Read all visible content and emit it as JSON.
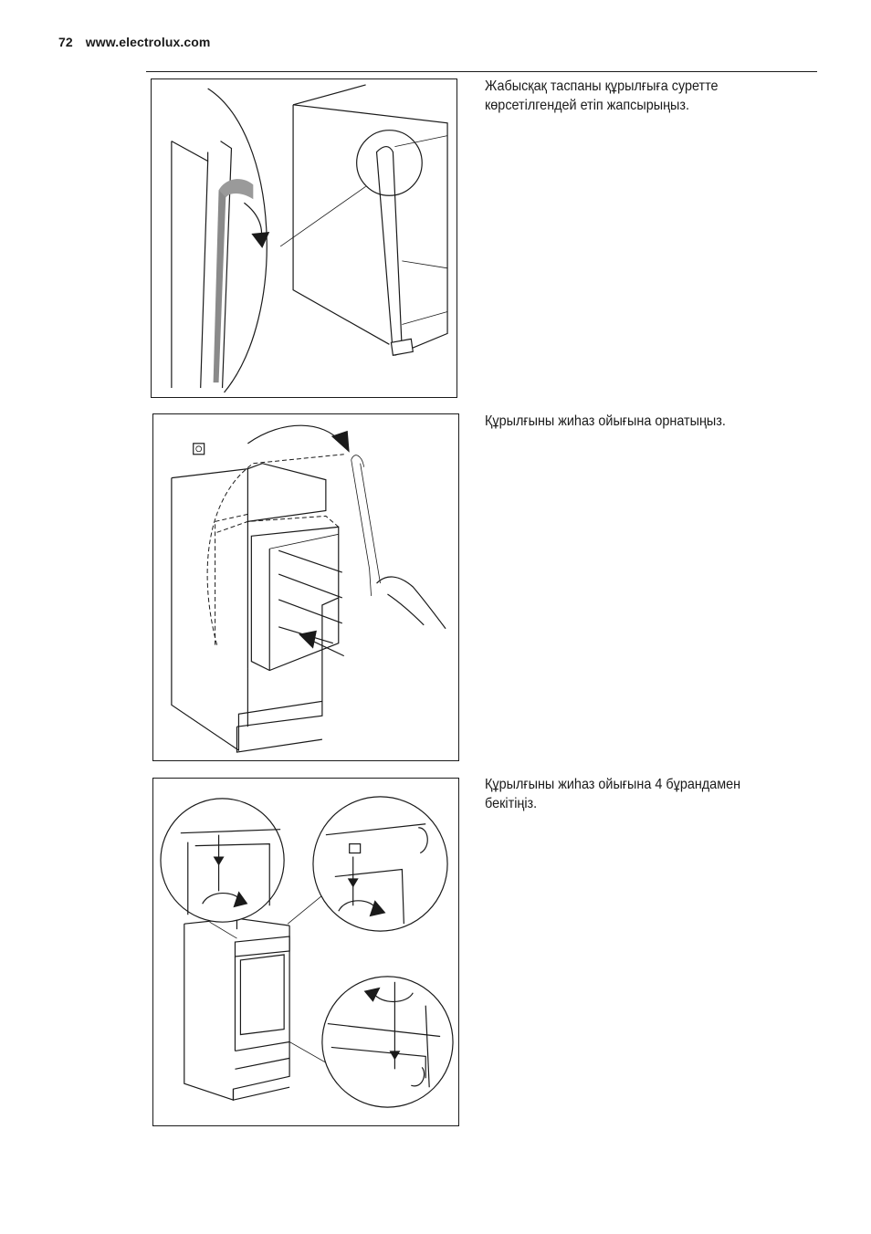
{
  "header": {
    "page_number": "72",
    "website": "www.electrolux.com"
  },
  "steps": [
    {
      "text": "Жабысқақ таспаны құрылғыға суретте\nкөрсетілгендей етіп жапсырыңыз.",
      "figure_icon": "adhesive-strip-illustration-icon"
    },
    {
      "text": "Құрылғыны жиһаз ойығына орнатыңыз.",
      "figure_icon": "appliance-insertion-illustration-icon"
    },
    {
      "text": "Құрылғыны жиһаз ойығына 4 бұрандамен\nбекітіңіз.",
      "figure_icon": "screw-fixing-illustration-icon"
    }
  ]
}
